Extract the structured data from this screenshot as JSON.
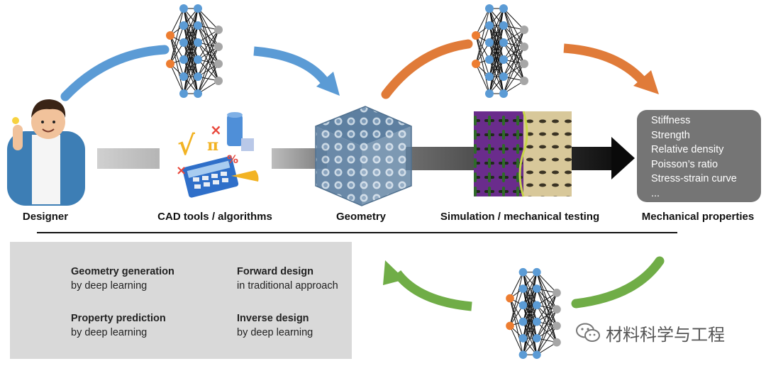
{
  "stages": [
    {
      "id": "designer",
      "label": "Designer"
    },
    {
      "id": "cad",
      "label": "CAD tools / algorithms"
    },
    {
      "id": "geometry",
      "label": "Geometry"
    },
    {
      "id": "simulation",
      "label": "Simulation / mechanical testing"
    },
    {
      "id": "properties",
      "label": "Mechanical properties"
    }
  ],
  "properties_box": {
    "items": [
      "Stiffness",
      "Strength",
      "Relative density",
      "Poisson’s ratio",
      "Stress-strain curve",
      "..."
    ]
  },
  "legend": {
    "geometry_generation": {
      "title": "Geometry generation",
      "subtitle": "by deep learning",
      "color": "#5b9bd5"
    },
    "forward_design": {
      "title": "Forward design",
      "subtitle": "in traditional approach",
      "color": "#404040"
    },
    "property_prediction": {
      "title": "Property prediction",
      "subtitle": "by deep learning",
      "color": "#e07b39"
    },
    "inverse_design": {
      "title": "Inverse design",
      "subtitle": "by deep learning",
      "color": "#70ad47"
    }
  },
  "colors": {
    "node_blue": "#5b9bd5",
    "node_orange": "#ed7d31",
    "node_gray": "#a6a6a6",
    "arrow_blue": "#5b9bd5",
    "arrow_orange": "#e07b39",
    "arrow_green": "#70ad47"
  },
  "watermark": {
    "text": "材料科学与工程",
    "icon": "wechat-icon"
  }
}
